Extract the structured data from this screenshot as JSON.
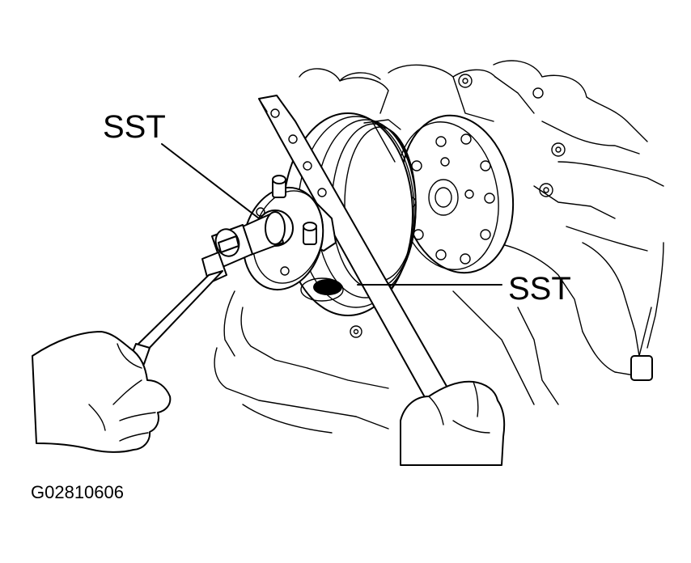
{
  "labels": {
    "sst_upper": "SST",
    "sst_right": "SST",
    "figure_code": "G02810606"
  },
  "colors": {
    "line": "#000000",
    "background": "#ffffff"
  }
}
